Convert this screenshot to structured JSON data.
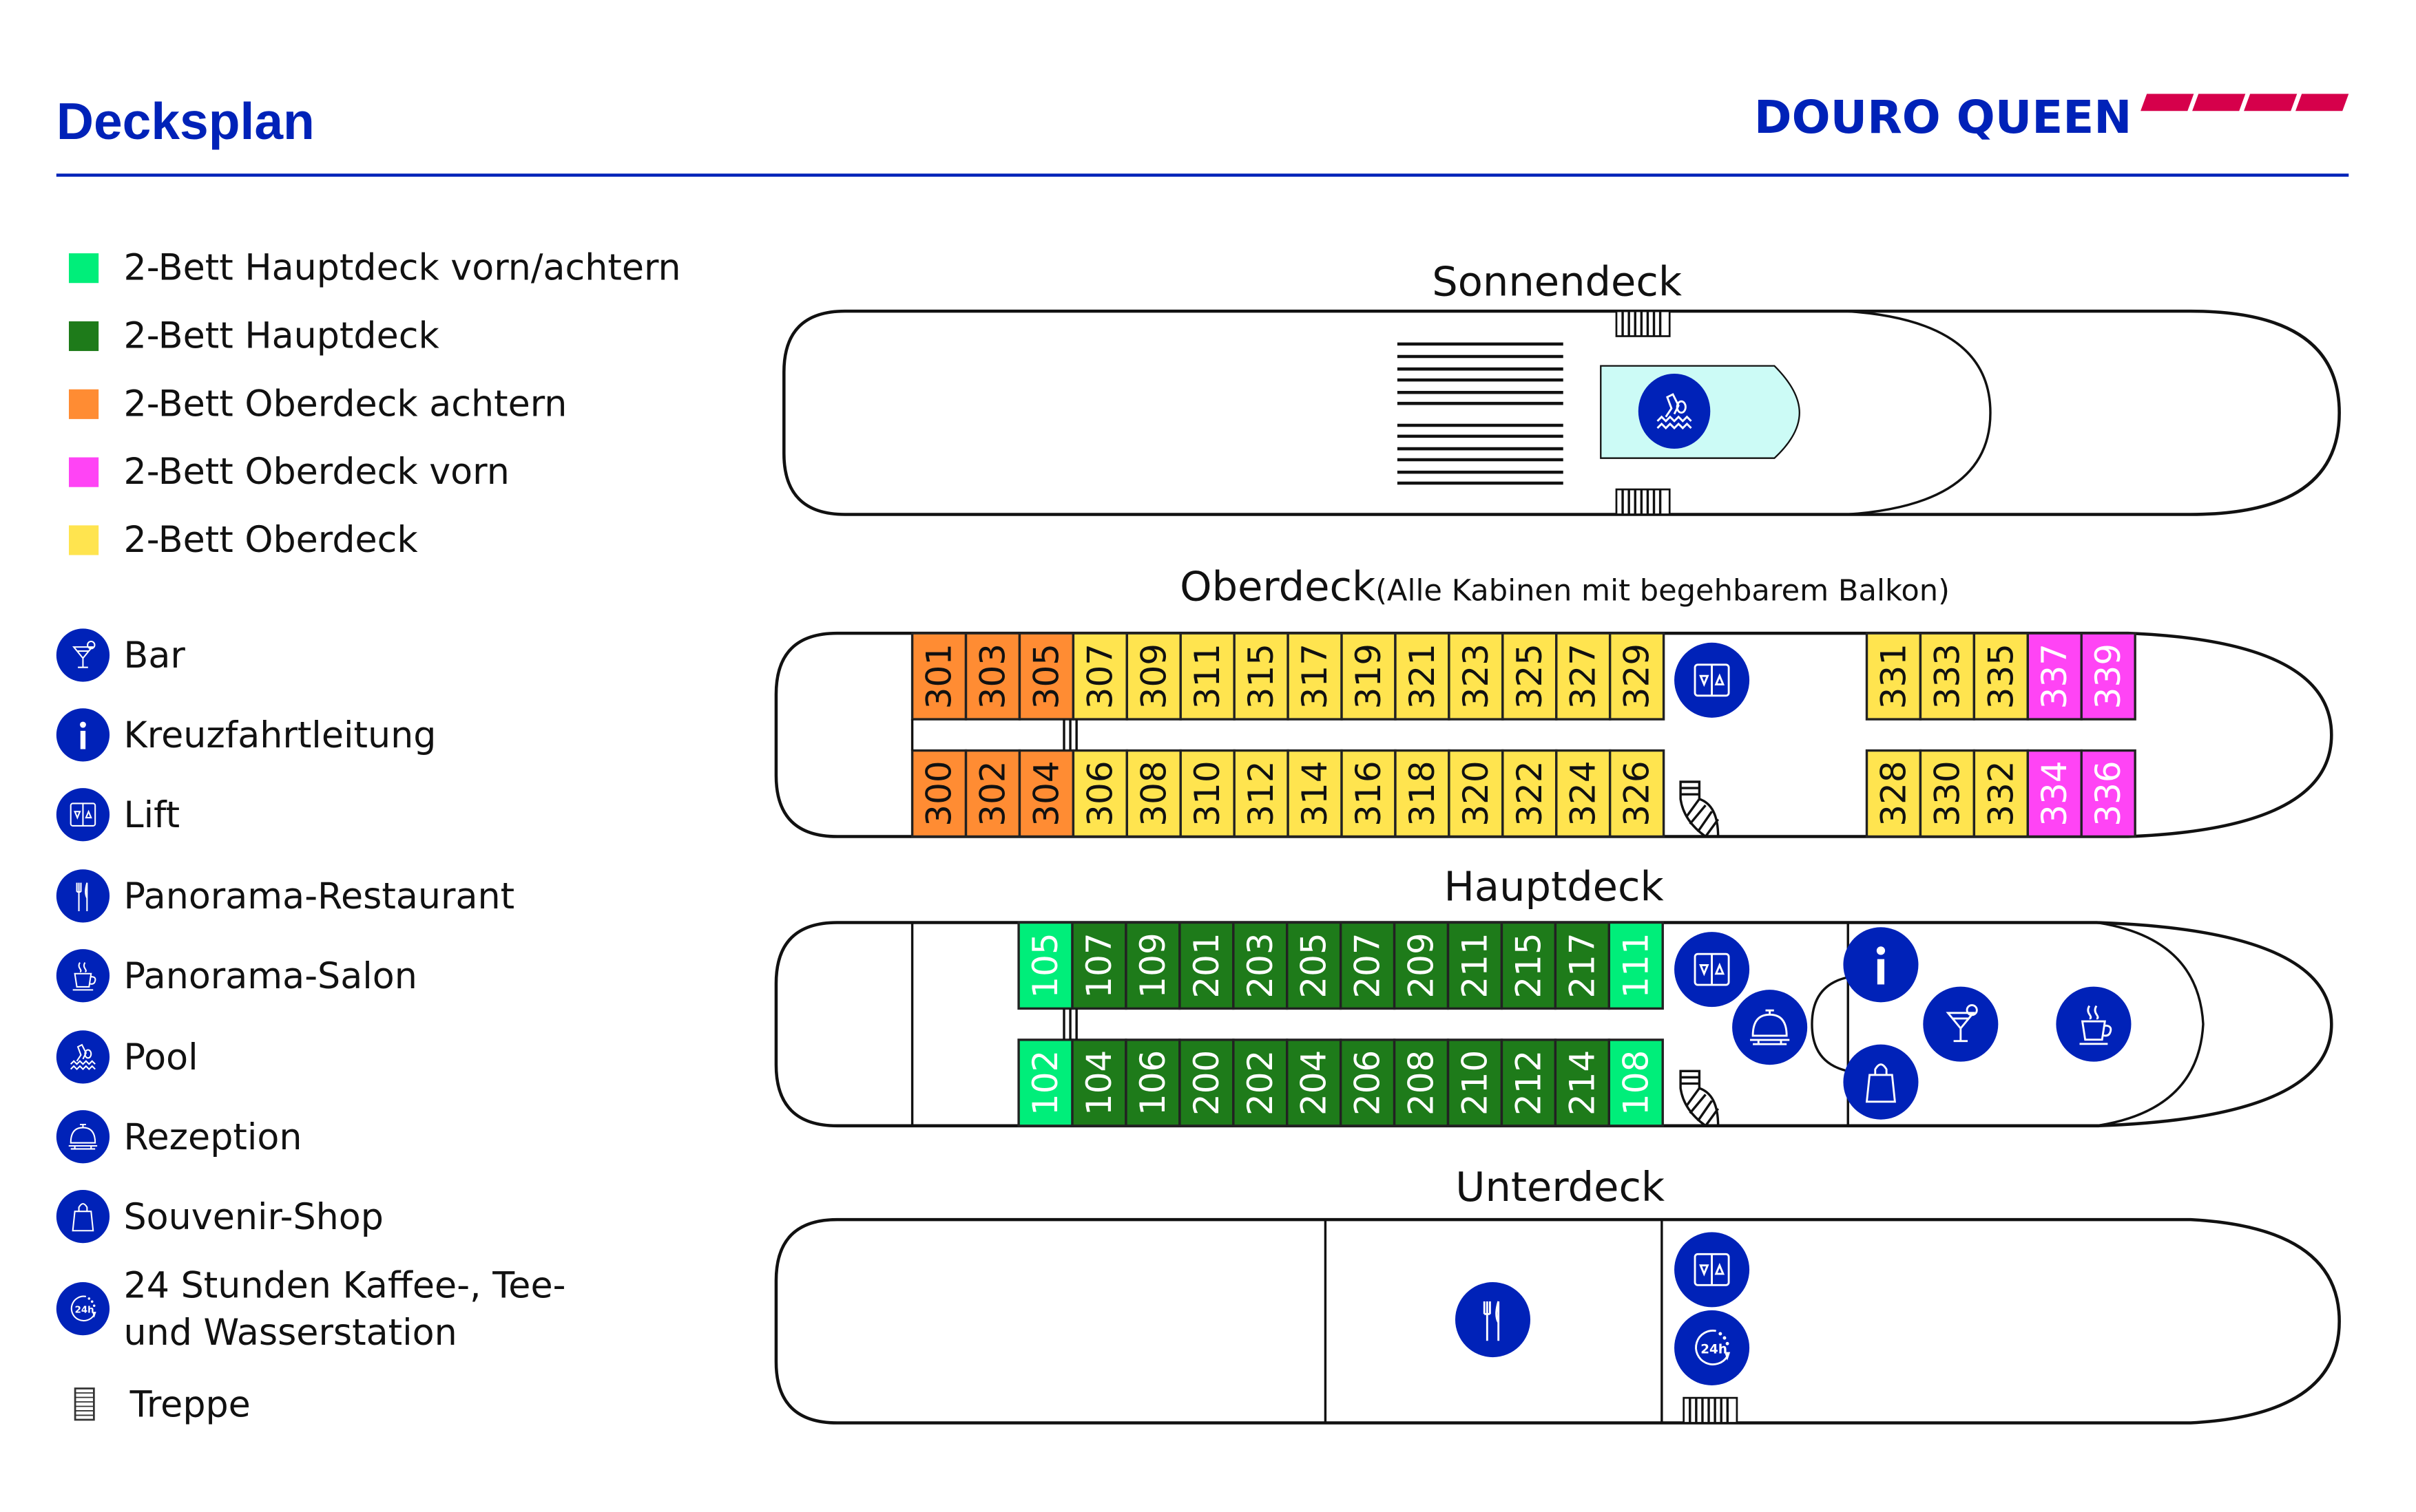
{
  "header": {
    "title": "Decksplan",
    "brand": "DOURO QUEEN",
    "brand_color": "#0022b8",
    "accent_color": "#d6004b"
  },
  "legend": {
    "categories": [
      {
        "label": "2-Bett Hauptdeck vorn/achtern",
        "color": "#00ee7a"
      },
      {
        "label": "2-Bett Hauptdeck",
        "color": "#1e7b1a"
      },
      {
        "label": "2-Bett Oberdeck achtern",
        "color": "#ff8c33"
      },
      {
        "label": "2-Bett Oberdeck vorn",
        "color": "#ff44f5"
      },
      {
        "label": "2-Bett Oberdeck",
        "color": "#ffe44f"
      }
    ],
    "facilities": [
      {
        "label": "Bar",
        "icon": "cocktail-icon"
      },
      {
        "label": "Kreuzfahrtleitung",
        "icon": "info-icon"
      },
      {
        "label": "Lift",
        "icon": "elevator-icon"
      },
      {
        "label": "Panorama-Restaurant",
        "icon": "fork-knife-icon"
      },
      {
        "label": "Panorama-Salon",
        "icon": "coffee-cup-icon"
      },
      {
        "label": "Pool",
        "icon": "swimmer-icon"
      },
      {
        "label": "Rezeption",
        "icon": "reception-bell-icon"
      },
      {
        "label": "Souvenir-Shop",
        "icon": "shopping-bag-icon"
      },
      {
        "label_line1": "24 Stunden Kaffee-, Tee-",
        "label_line2": "und Wasserstation",
        "icon": "24h-icon"
      },
      {
        "label": "Treppe",
        "icon": "stairs-icon"
      }
    ]
  },
  "decks": {
    "sonnendeck": {
      "name": "Sonnendeck",
      "pool_color": "#ccfbf6"
    },
    "oberdeck": {
      "name": "Oberdeck",
      "subtitle": "(Alle Kabinen mit begehbarem Balkon)",
      "top_aft": [
        {
          "n": "301",
          "cat": 2
        },
        {
          "n": "303",
          "cat": 2
        },
        {
          "n": "305",
          "cat": 2
        },
        {
          "n": "307",
          "cat": 4
        },
        {
          "n": "309",
          "cat": 4
        },
        {
          "n": "311",
          "cat": 4
        },
        {
          "n": "315",
          "cat": 4
        },
        {
          "n": "317",
          "cat": 4
        },
        {
          "n": "319",
          "cat": 4
        },
        {
          "n": "321",
          "cat": 4
        },
        {
          "n": "323",
          "cat": 4
        },
        {
          "n": "325",
          "cat": 4
        },
        {
          "n": "327",
          "cat": 4
        },
        {
          "n": "329",
          "cat": 4
        }
      ],
      "bottom_aft": [
        {
          "n": "300",
          "cat": 2
        },
        {
          "n": "302",
          "cat": 2
        },
        {
          "n": "304",
          "cat": 2
        },
        {
          "n": "306",
          "cat": 4
        },
        {
          "n": "308",
          "cat": 4
        },
        {
          "n": "310",
          "cat": 4
        },
        {
          "n": "312",
          "cat": 4
        },
        {
          "n": "314",
          "cat": 4
        },
        {
          "n": "316",
          "cat": 4
        },
        {
          "n": "318",
          "cat": 4
        },
        {
          "n": "320",
          "cat": 4
        },
        {
          "n": "322",
          "cat": 4
        },
        {
          "n": "324",
          "cat": 4
        },
        {
          "n": "326",
          "cat": 4
        }
      ],
      "top_fwd": [
        {
          "n": "331",
          "cat": 4
        },
        {
          "n": "333",
          "cat": 4
        },
        {
          "n": "335",
          "cat": 4
        },
        {
          "n": "337",
          "cat": 3
        },
        {
          "n": "339",
          "cat": 3
        }
      ],
      "bottom_fwd": [
        {
          "n": "328",
          "cat": 4
        },
        {
          "n": "330",
          "cat": 4
        },
        {
          "n": "332",
          "cat": 4
        },
        {
          "n": "334",
          "cat": 3
        },
        {
          "n": "336",
          "cat": 3
        }
      ]
    },
    "hauptdeck": {
      "name": "Hauptdeck",
      "top": [
        {
          "n": "105",
          "cat": 0
        },
        {
          "n": "107",
          "cat": 1
        },
        {
          "n": "109",
          "cat": 1
        },
        {
          "n": "201",
          "cat": 1
        },
        {
          "n": "203",
          "cat": 1
        },
        {
          "n": "205",
          "cat": 1
        },
        {
          "n": "207",
          "cat": 1
        },
        {
          "n": "209",
          "cat": 1
        },
        {
          "n": "211",
          "cat": 1
        },
        {
          "n": "215",
          "cat": 1
        },
        {
          "n": "217",
          "cat": 1
        },
        {
          "n": "111",
          "cat": 0
        }
      ],
      "bottom": [
        {
          "n": "102",
          "cat": 0
        },
        {
          "n": "104",
          "cat": 1
        },
        {
          "n": "106",
          "cat": 1
        },
        {
          "n": "200",
          "cat": 1
        },
        {
          "n": "202",
          "cat": 1
        },
        {
          "n": "204",
          "cat": 1
        },
        {
          "n": "206",
          "cat": 1
        },
        {
          "n": "208",
          "cat": 1
        },
        {
          "n": "210",
          "cat": 1
        },
        {
          "n": "212",
          "cat": 1
        },
        {
          "n": "214",
          "cat": 1
        },
        {
          "n": "108",
          "cat": 0
        }
      ]
    },
    "unterdeck": {
      "name": "Unterdeck"
    }
  }
}
